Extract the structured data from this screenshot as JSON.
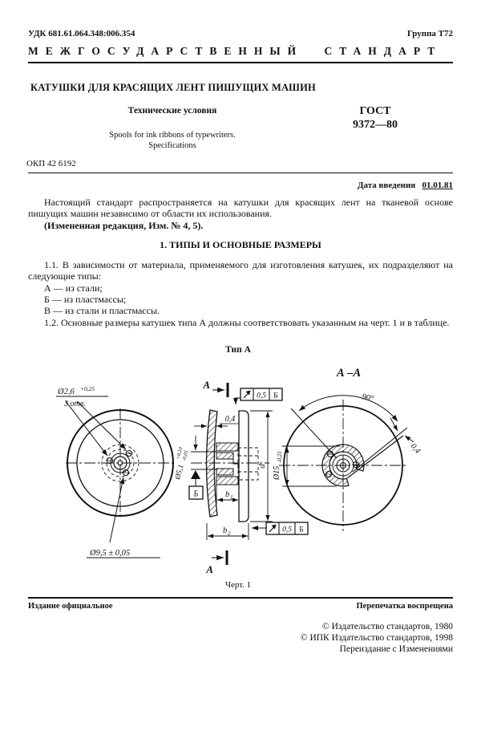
{
  "header": {
    "udk": "УДК 681.61.064.348:006.354",
    "group": "Группа Т72",
    "banner": "МЕЖГОСУДАРСТВЕННЫЙ СТАНДАРТ"
  },
  "title": {
    "main": "КАТУШКИ ДЛЯ КРАСЯЩИХ ЛЕНТ ПИШУЩИХ МАШИН",
    "sub": "Технические условия",
    "en1": "Spools for ink ribbons of typewriters.",
    "en2": "Specifications",
    "gost": "ГОСТ",
    "number": "9372—80",
    "okp": "ОКП 42 6192"
  },
  "intro": {
    "date_label": "Дата введения",
    "date_value": "01.01.81",
    "p1": "Настоящий стандарт распространяется на катушки для красящих лент на тканевой основе пишущих машин независимо от области их использования.",
    "p2": "(Измененная редакция, Изм. № 4, 5)."
  },
  "section1": {
    "heading": "1. ТИПЫ И ОСНОВНЫЕ РАЗМЕРЫ",
    "p11": "1.1. В зависимости от материала, применяемого для изготовления катушек, их подразделяют на следующие типы:",
    "items": [
      "А — из стали;",
      "Б — из пластмассы;",
      "В — из стали и пластмассы."
    ],
    "p12": "1.2. Основные размеры катушек типа А должны соответствовать указанным на черт. 1 и в таблице."
  },
  "drawing": {
    "type_label": "Тип А",
    "section_view_label": "А –А",
    "caption": "Черт. 1",
    "section_arrow_top": "А",
    "section_arrow_bottom": "А",
    "datum": "Б",
    "runout_value_top": "0,5",
    "runout_datum_top": "Б",
    "runout_value_bottom": "0,5",
    "runout_datum_bottom": "Б",
    "dim_d26": "Ø2,6",
    "dim_d26_tol": "+0,25",
    "dim_holes": "3 отв.",
    "dim_d95": "Ø9,5 ± 0,05",
    "dim_d51": "Ø5,1",
    "dim_d51_tol_plus": "+0,10",
    "dim_d51_tol_minus": "-0,05",
    "dim_t04_left": "0,4",
    "dim_d": "d",
    "dim_d15": "Ø15",
    "dim_d15_tol": "-0,25",
    "dim_b1_main": "b",
    "dim_b1_sub": "1",
    "dim_b2_main": "b",
    "dim_b2_sub": "2",
    "dim_angle": "90°",
    "dim_t04_right": "0,4"
  },
  "footer": {
    "official": "Издание официальное",
    "reprint": "Перепечатка воспрещена",
    "copyright1": "© Издательство стандартов, 1980",
    "copyright2": "© ИПК Издательство стандартов, 1998",
    "copyright3": "Переиздание с Изменениями"
  }
}
